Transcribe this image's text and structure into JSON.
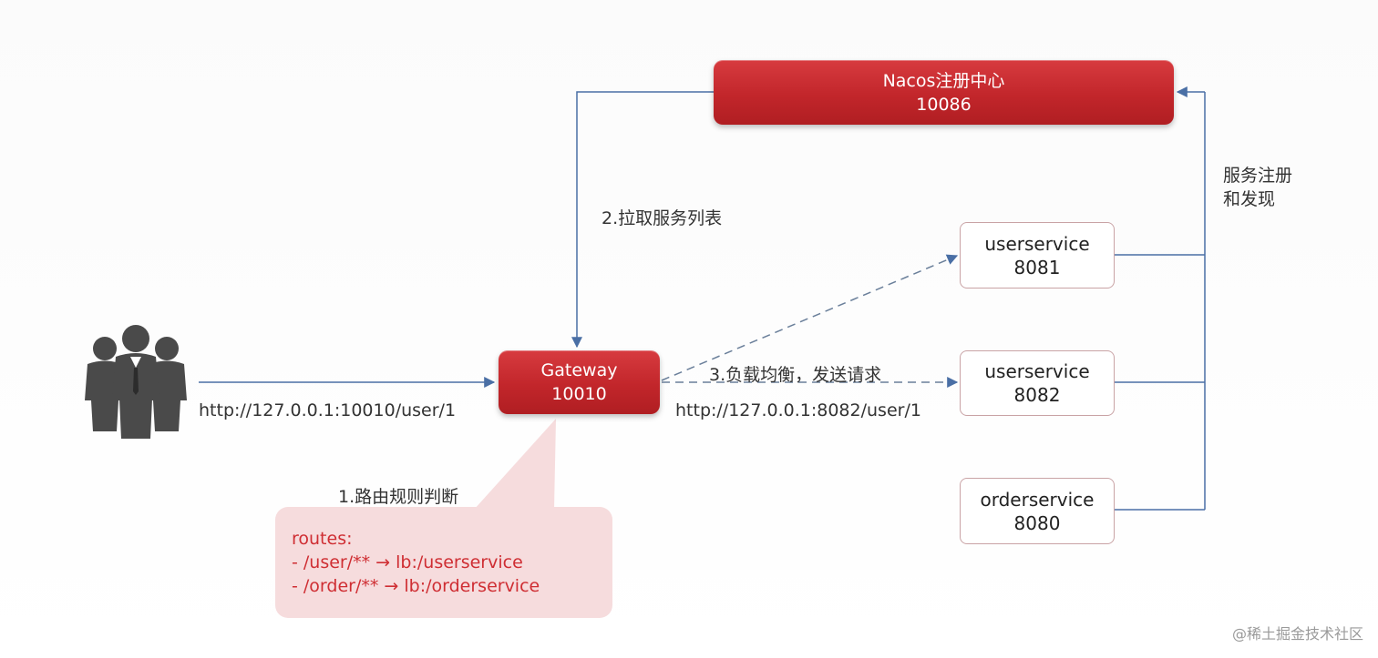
{
  "nacos": {
    "line1": "Nacos注册中心",
    "line2": "10086"
  },
  "gateway": {
    "line1": "Gateway",
    "line2": "10010"
  },
  "services": [
    {
      "name": "userservice",
      "port": "8081"
    },
    {
      "name": "userservice",
      "port": "8082"
    },
    {
      "name": "orderservice",
      "port": "8080"
    }
  ],
  "labels": {
    "step1": "1.路由规则判断",
    "step2": "2.拉取服务列表",
    "step3": "3.负载均衡，发送请求",
    "register_line1": "服务注册",
    "register_line2": "和发现",
    "client_url": "http://127.0.0.1:10010/user/1",
    "forward_url": "http://127.0.0.1:8082/user/1"
  },
  "routes": {
    "title": "routes:",
    "rule1": "-   /user/** → lb:/userservice",
    "rule2": "- /order/** → lb:/orderservice"
  },
  "watermark": "@稀土掘金技术社区",
  "colors": {
    "box_red": "#c2262b",
    "callout_bg": "#f6dcdd",
    "callout_text": "#cf2e33",
    "connector": "#4a6fa5"
  }
}
